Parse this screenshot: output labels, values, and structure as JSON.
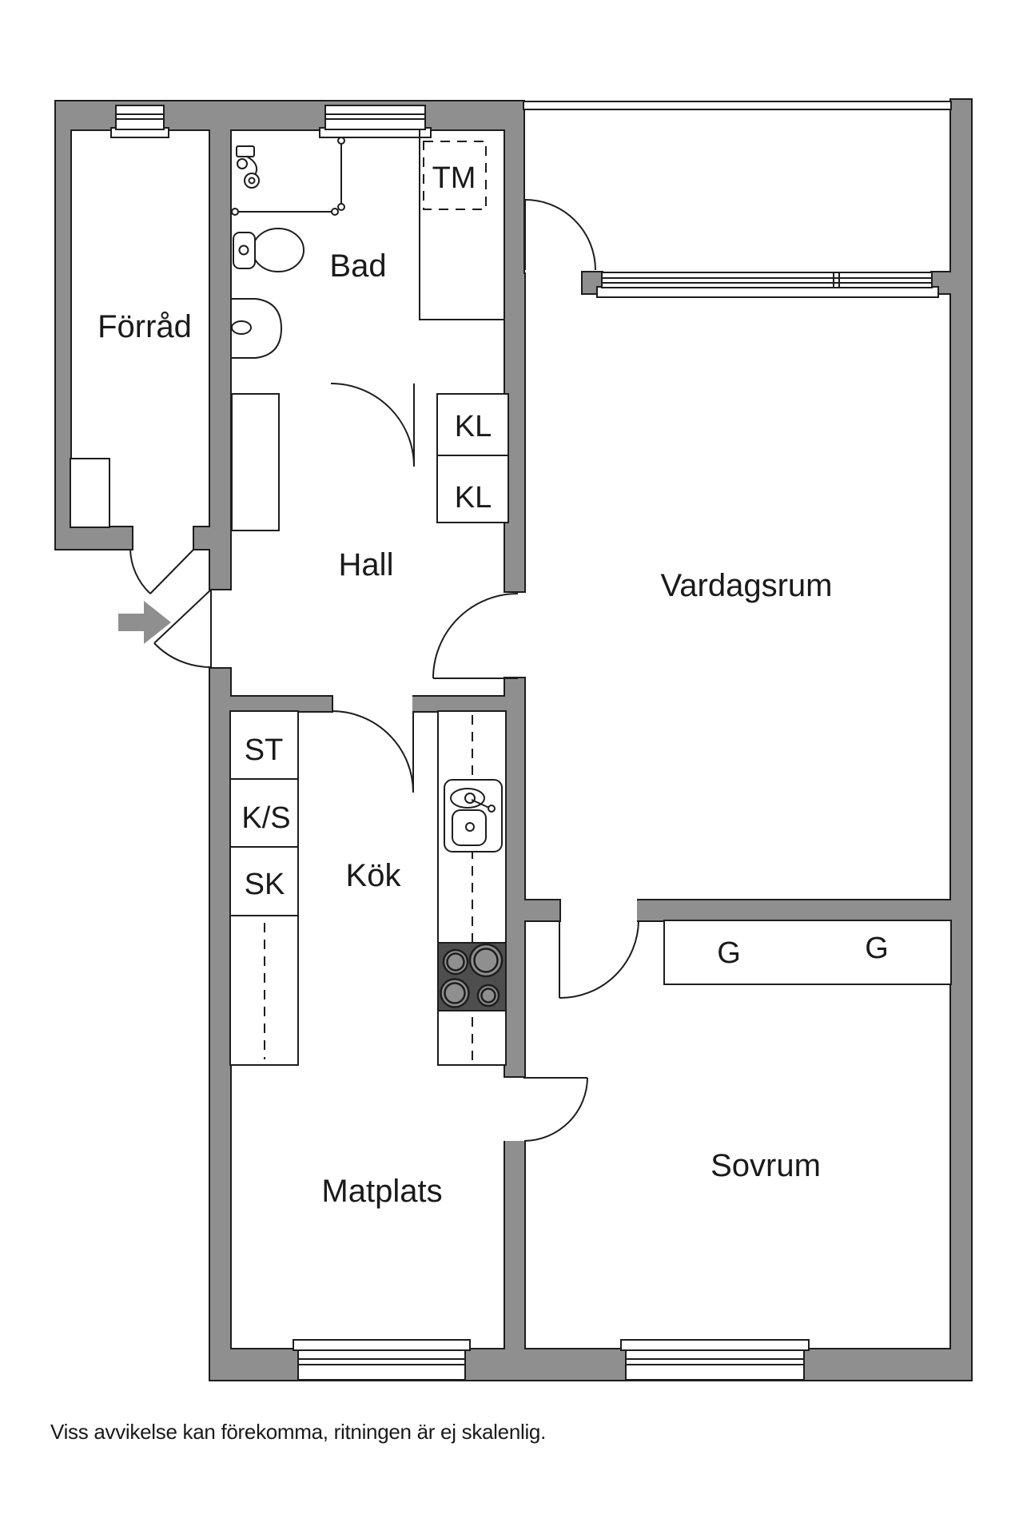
{
  "colors": {
    "wall": "#8f8f8f",
    "outline": "#1d1d1d",
    "text": "#1a1a1a",
    "stove_body": "#4e4e4e",
    "burner": "#8f8f8f",
    "background": "#ffffff",
    "entry_arrow": "#8f8f8f"
  },
  "rooms": {
    "forrad": {
      "label": "Förråd"
    },
    "bad": {
      "label": "Bad"
    },
    "hall": {
      "label": "Hall"
    },
    "vardagsrum": {
      "label": "Vardagsrum"
    },
    "kok": {
      "label": "Kök"
    },
    "matplats": {
      "label": "Matplats"
    },
    "sovrum": {
      "label": "Sovrum"
    }
  },
  "closets": {
    "tm": "TM",
    "kl_upper": "KL",
    "kl_lower": "KL",
    "st": "ST",
    "ks": "K/S",
    "sk": "SK",
    "g_left": "G",
    "g_right": "G"
  },
  "footer": {
    "disclaimer": "Viss avvikelse kan förekomma, ritningen är ej skalenlig."
  },
  "icons": {
    "entry_arrow": "entry-arrow-icon",
    "shower_mixer": "shower-mixer-icon",
    "shower_rails": "shower-curtain-rail",
    "toilet": "toilet-icon",
    "bathroom_sink": "bathroom-sink-icon",
    "kitchen_sink": "kitchen-sink-icon",
    "stove": "stove-icon",
    "washing_machine_space": "washing-machine-space"
  }
}
